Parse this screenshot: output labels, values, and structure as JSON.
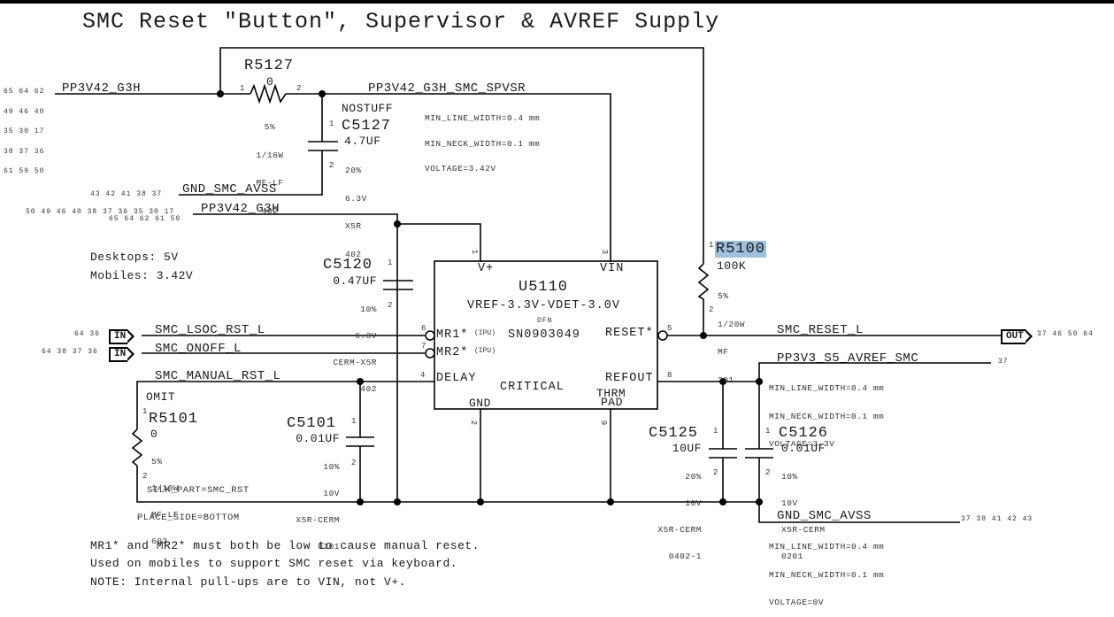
{
  "title": "SMC Reset \"Button\", Supervisor & AVREF Supply",
  "notes": {
    "supply_desktops": "Desktops: 5V",
    "supply_mobiles": "Mobiles: 3.42V",
    "footer": [
      "MR1* and MR2* must both be low to cause manual reset.",
      "Used on mobiles to support SMC reset via keyboard.",
      "NOTE: Internal pull-ups are to VIN, not V+."
    ]
  },
  "nets": {
    "pp3v42_g3h_top": {
      "name": "PP3V42_G3H",
      "refs": [
        "65 64 62",
        "49 46 40",
        "35 30 17",
        "38 37 36",
        "61 59 50"
      ]
    },
    "pp3v42_g3h_smc_spvsr": {
      "name": "PP3V42_G3H_SMC_SPVSR",
      "props": [
        "MIN_LINE_WIDTH=0.4 mm",
        "MIN_NECK_WIDTH=0.1 mm",
        "VOLTAGE=3.42V"
      ]
    },
    "gnd_smc_avss_top": {
      "name": "GND_SMC_AVSS",
      "refs": "43 42 41 38 37"
    },
    "pp3v42_g3h_mid": {
      "name": "PP3V42_G3H",
      "refs_line1": "50 49 46 40 38 37 36 35 30 17",
      "refs_line2": "65 64 62 61 59"
    },
    "smc_lsoc_rst_l": {
      "name": "SMC_LSOC_RST_L",
      "port": "IN",
      "refs": "64 36"
    },
    "smc_onoff_l": {
      "name": "SMC_ONOFF_L",
      "port": "IN",
      "refs": "64 38 37 36"
    },
    "smc_manual_rst_l": {
      "name": "SMC_MANUAL_RST_L"
    },
    "smc_reset_l": {
      "name": "SMC_RESET_L",
      "port": "OUT",
      "refs": "37 46 50 64"
    },
    "pp3v3_s5_avref_smc": {
      "name": "PP3V3_S5_AVREF_SMC",
      "refs": "37",
      "props": [
        "MIN_LINE_WIDTH=0.4 mm",
        "MIN_NECK_WIDTH=0.1 mm",
        "VOLTAGE=3.3V"
      ]
    },
    "gnd_smc_avss_bottom": {
      "name": "GND_SMC_AVSS",
      "refs": "37 38 41 42 43",
      "props": [
        "MIN_LINE_WIDTH=0.4 mm",
        "MIN_NECK_WIDTH=0.1 mm",
        "VOLTAGE=0V"
      ]
    }
  },
  "components": {
    "R5127": {
      "refdes": "R5127",
      "value": "0",
      "specs": [
        "5%",
        "1/16W",
        "MF-LF",
        "402"
      ],
      "pin1": "1",
      "pin2": "2"
    },
    "C5127": {
      "refdes": "C5127",
      "stuff": "NOSTUFF",
      "value": "4.7UF",
      "specs": [
        "20%",
        "6.3V",
        "X5R",
        "402"
      ],
      "pin1": "1",
      "pin2": "2"
    },
    "C5120": {
      "refdes": "C5120",
      "value": "0.47UF",
      "specs": [
        "10%",
        "6.3V",
        "CERM-X5R",
        "402"
      ],
      "pin1": "1",
      "pin2": "2"
    },
    "U5110": {
      "refdes": "U5110",
      "value": "VREF-3.3V-VDET-3.0V",
      "package": "DFN",
      "part": "SN0903049",
      "attr": "CRITICAL",
      "pins": {
        "vplus": {
          "label": "V+",
          "num": "1"
        },
        "vin": {
          "label": "VIN",
          "num": "3"
        },
        "mr1": {
          "label": "MR1*",
          "num": "6",
          "note": "(IPU)"
        },
        "mr2": {
          "label": "MR2*",
          "num": "7",
          "note": "(IPU)"
        },
        "delay": {
          "label": "DELAY",
          "num": "4"
        },
        "reset": {
          "label": "RESET*",
          "num": "5"
        },
        "refout": {
          "label": "REFOUT",
          "num": "8"
        },
        "gnd": {
          "label": "GND",
          "num": "2"
        },
        "thrm": {
          "label1": "THRM",
          "label2": "PAD",
          "num": "9"
        }
      }
    },
    "R5100": {
      "refdes": "R5100",
      "value": "100K",
      "specs": [
        "5%",
        "1/20W",
        "MF",
        "201"
      ],
      "pin1": "1",
      "pin2": "2"
    },
    "R5101": {
      "refdes": "R5101",
      "stuff": "OMIT",
      "value": "0",
      "specs": [
        "5%",
        "1/10W",
        "MF-LF",
        "603"
      ],
      "pin1": "1",
      "pin2": "2",
      "silk": "SILK_PART=SMC_RST",
      "place": "PLACE_SIDE=BOTTOM"
    },
    "C5101": {
      "refdes": "C5101",
      "value": "0.01UF",
      "specs": [
        "10%",
        "10V",
        "X5R-CERM",
        "0201"
      ],
      "pin1": "1",
      "pin2": "2"
    },
    "C5125": {
      "refdes": "C5125",
      "value": "10UF",
      "specs": [
        "20%",
        "10V",
        "X5R-CERM",
        "0402-1"
      ],
      "pin1": "1",
      "pin2": "2"
    },
    "C5126": {
      "refdes": "C5126",
      "value": "0.01UF",
      "specs": [
        "10%",
        "10V",
        "X5R-CERM",
        "0201"
      ],
      "pin1": "1",
      "pin2": "2"
    }
  }
}
